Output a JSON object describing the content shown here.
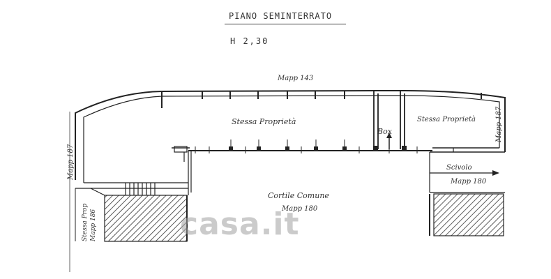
{
  "header": {
    "title": "PIANO SEMINTERRATO",
    "height": "H 2,30"
  },
  "labels": {
    "mapp_143": "Mapp 143",
    "stessa_proprieta_main": "Stessa Proprietà",
    "stessa_proprieta_right": "Stessa Proprietà",
    "box": "Box",
    "mapp_187_left": "Mapp 187",
    "mapp_187_right": "Mapp 187",
    "scivolo": "Scivolo",
    "mapp_180_right": "Mapp 180",
    "cortile_comune": "Cortile Comune",
    "cortile_mapp_180": "Mapp 180",
    "stessa_prop_bottom": "Stessa Prop",
    "mapp_186": "Mapp 186"
  },
  "watermark": {
    "text": "casa.it",
    "color": "#a0a0a0"
  }
}
